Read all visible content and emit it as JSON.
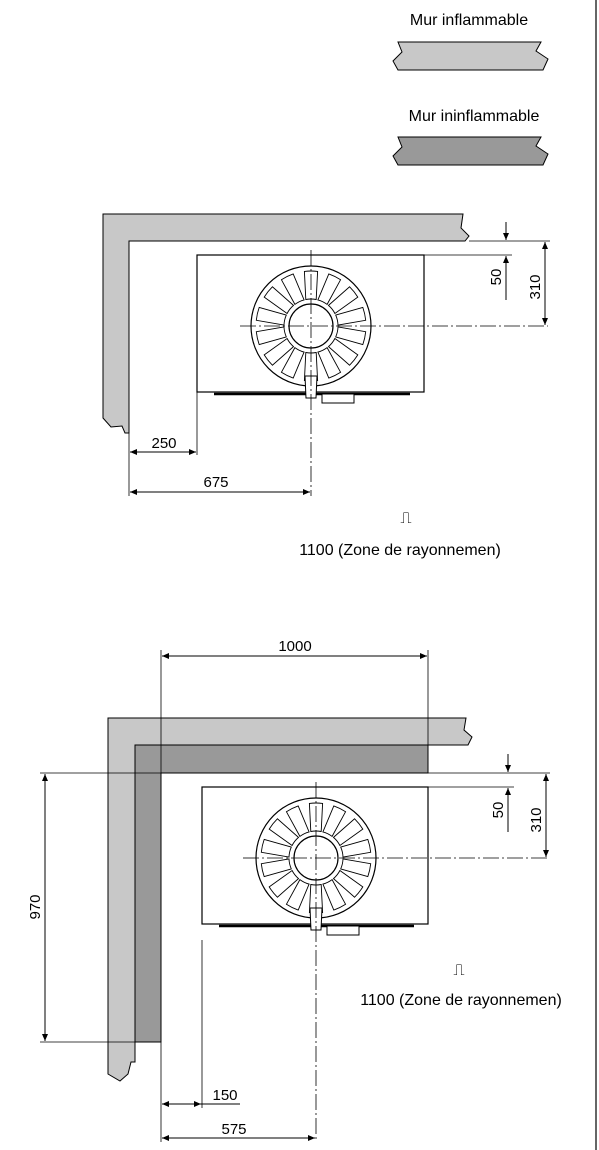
{
  "legend": {
    "combustible_label": "Mur inflammable",
    "noncombustible_label": "Mur ininflammable",
    "combustible_color": "#c8c8c8",
    "noncombustible_color": "#999999"
  },
  "diagram1": {
    "dim_wall_gap": "50",
    "dim_depth": "310",
    "dim_side": "250",
    "dim_center": "675",
    "radiation_symbol": "⎍",
    "radiation_label": "1100 (Zone de rayonnemen)"
  },
  "diagram2": {
    "dim_top_width": "1000",
    "dim_left_height": "970",
    "dim_wall_gap": "50",
    "dim_depth": "310",
    "dim_side": "150",
    "dim_center": "575",
    "radiation_symbol": "⎍",
    "radiation_label": "1100 (Zone de rayonnemen)"
  },
  "footer": {
    "right_border": true
  }
}
